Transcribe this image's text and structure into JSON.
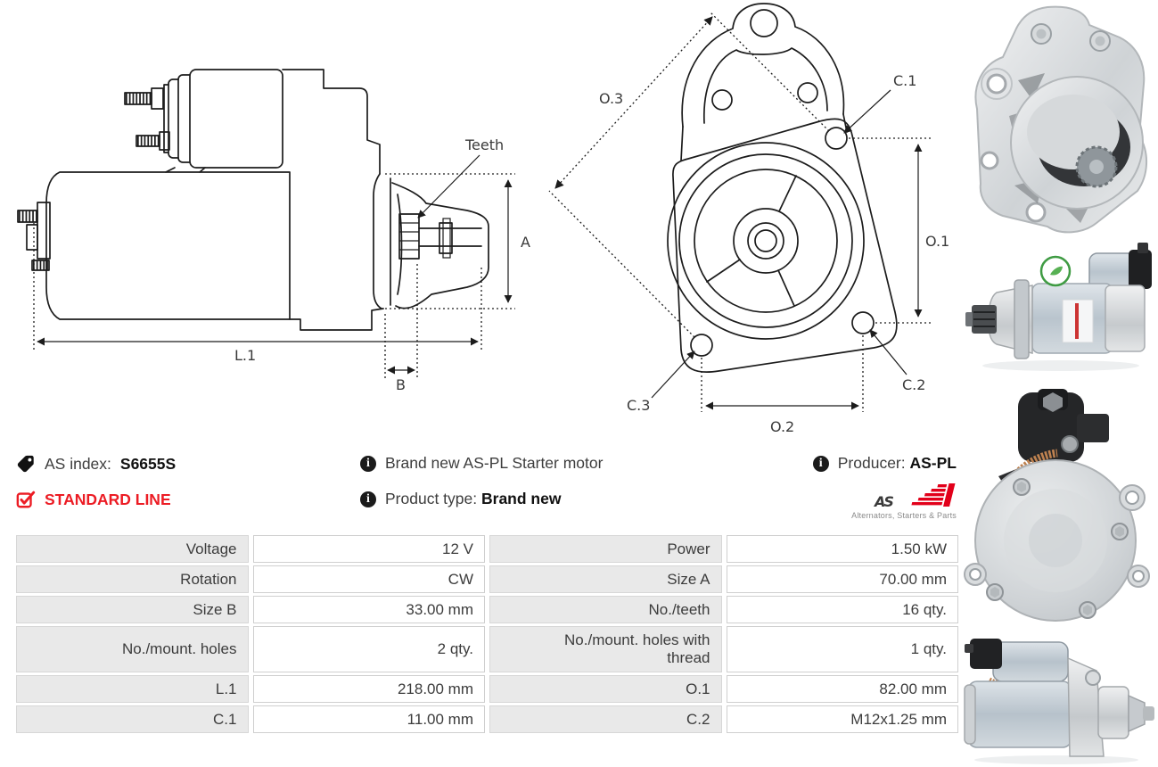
{
  "accent": {
    "red": "#ec1c24",
    "logo_red": "#e2001a",
    "line_color": "#1c1c1c"
  },
  "diagrams": {
    "side_view": {
      "teeth": "Teeth",
      "a": "A",
      "l1": "L.1",
      "b": "B"
    },
    "front_view": {
      "o1": "O.1",
      "o2": "O.2",
      "o3": "O.3",
      "c1": "C.1",
      "c2": "C.2",
      "c3": "C.3"
    }
  },
  "info": {
    "icon_glyph": "i",
    "as_index_label": "AS index:",
    "as_index_value": "S6655S",
    "standard_line": "STANDARD LINE",
    "brand_new_line": "Brand new AS-PL Starter motor",
    "product_type_label": "Product type:",
    "product_type_value": "Brand new",
    "producer_label": "Producer:",
    "producer_value": "AS-PL",
    "logo_text": "AS",
    "logo_tagline": "Alternators, Starters & Parts"
  },
  "spec_table": {
    "rows": [
      {
        "label1": "Voltage",
        "value1": "12 V",
        "label2": "Power",
        "value2": "1.50 kW"
      },
      {
        "label1": "Rotation",
        "value1": "CW",
        "label2": "Size A",
        "value2": "70.00 mm"
      },
      {
        "label1": "Size B",
        "value1": "33.00 mm",
        "label2": "No./teeth",
        "value2": "16 qty."
      },
      {
        "label1": "No./mount. holes",
        "value1": "2 qty.",
        "label2": "No./mount. holes with thread",
        "value2": "1 qty."
      },
      {
        "label1": "L.1",
        "value1": "218.00 mm",
        "label2": "O.1",
        "value2": "82.00 mm"
      },
      {
        "label1": "C.1",
        "value1": "11.00 mm",
        "label2": "C.2",
        "value2": "M12x1.25 mm"
      }
    ]
  },
  "photos": [
    {
      "name": "starter-front-flange-photo"
    },
    {
      "name": "starter-side-photo"
    },
    {
      "name": "starter-rear-photo"
    },
    {
      "name": "starter-angled-photo"
    }
  ]
}
